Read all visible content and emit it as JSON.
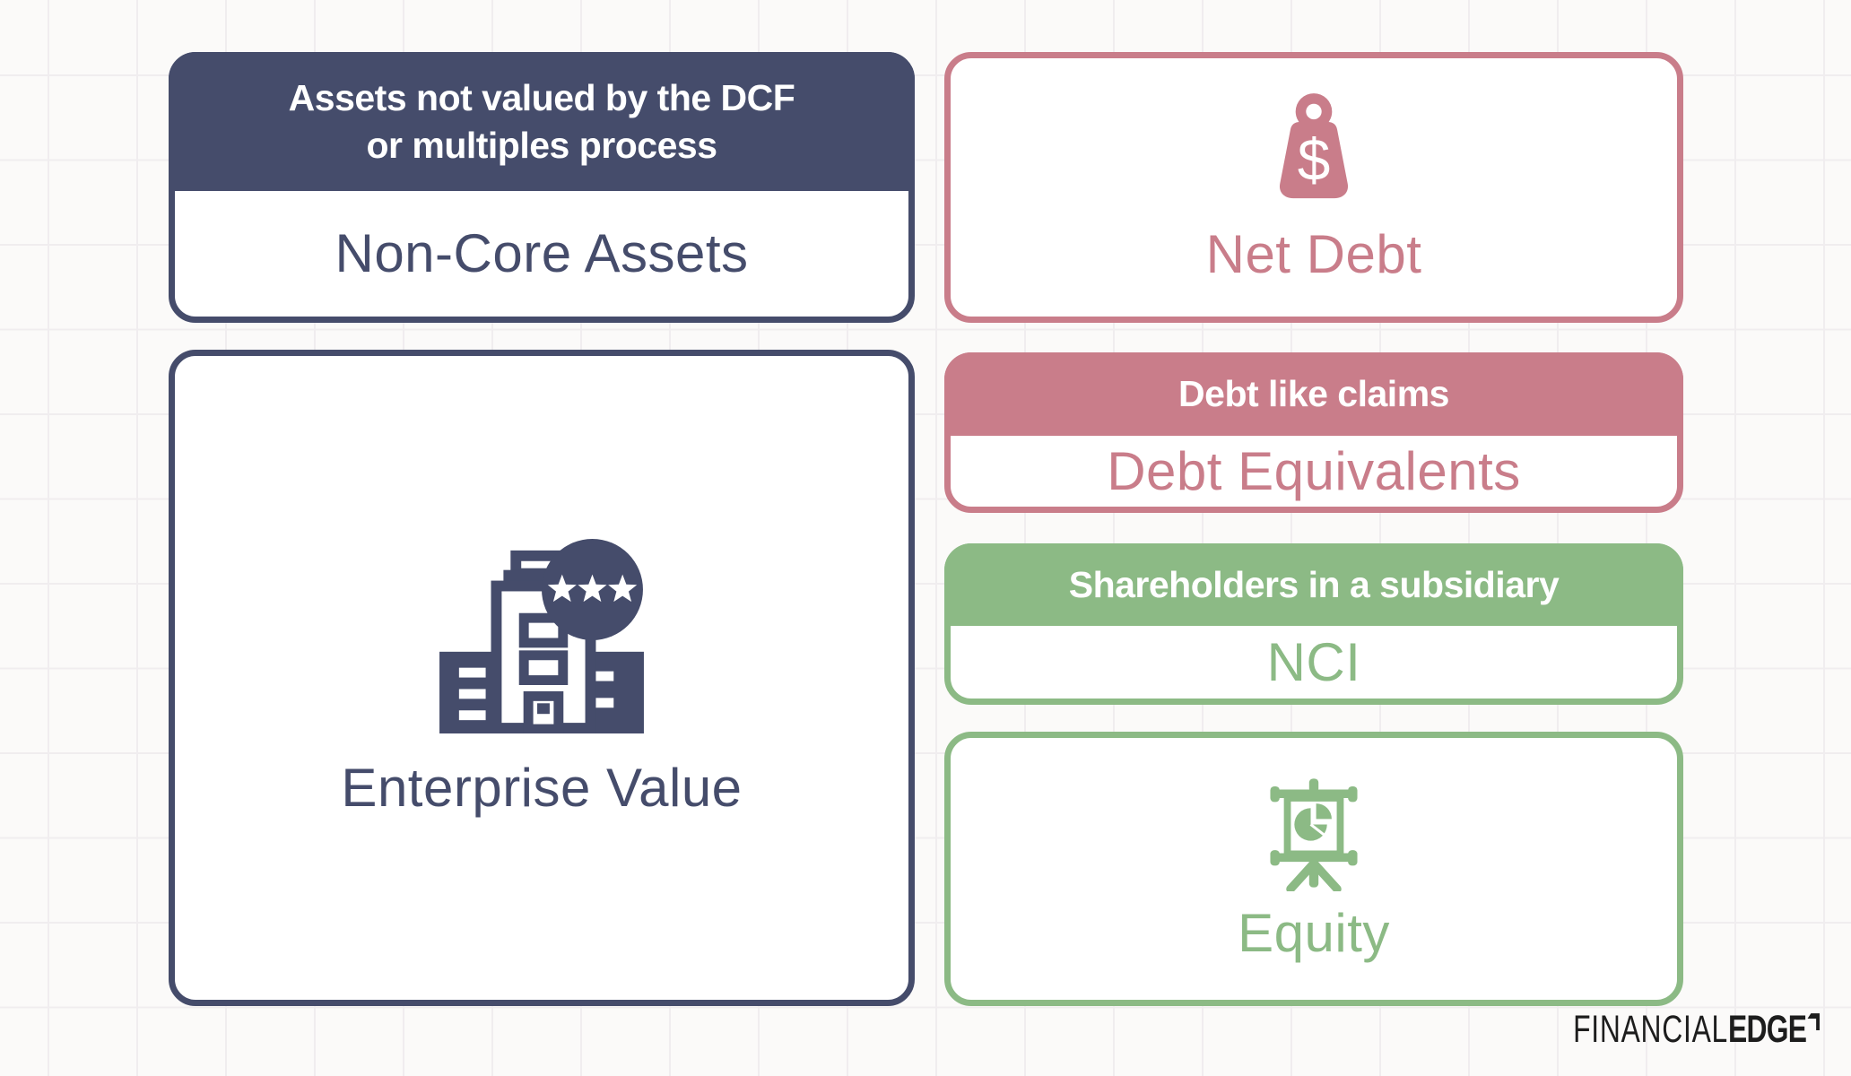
{
  "theme": {
    "background": "#fbfaf9",
    "grid_line": "#f0edef",
    "navy": "#454c6b",
    "rose": "#c97d8a",
    "green": "#8cba85",
    "logo_color": "#1d1d1d"
  },
  "boxes": {
    "non_core_assets": {
      "header_lines": [
        "Assets not valued by the DCF",
        "or multiples process"
      ],
      "label": "Non-Core Assets"
    },
    "enterprise_value": {
      "label": "Enterprise Value"
    },
    "net_debt": {
      "label": "Net Debt"
    },
    "debt_equivalents": {
      "header": "Debt like claims",
      "label": "Debt Equivalents"
    },
    "nci": {
      "header": "Shareholders in a subsidiary",
      "label": "NCI"
    },
    "equity": {
      "label": "Equity"
    }
  },
  "icons": {
    "enterprise_value": "building-stars-badge-icon",
    "net_debt": "dollar-weight-icon",
    "equity": "presentation-pie-chart-icon",
    "logo_mark": "corner-bracket-icon"
  },
  "logo": {
    "text_regular": "FINANCIAL",
    "text_bold": "EDGE"
  }
}
